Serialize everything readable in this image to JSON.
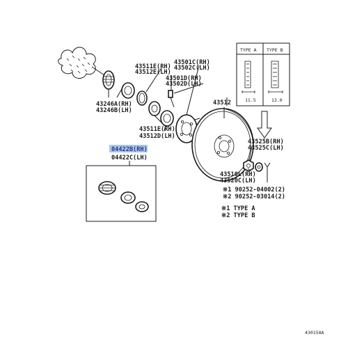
{
  "labels": {
    "p43511e_rh": "43511E(RH)",
    "p43512e_lh": "43512E(LH)",
    "p43501c_rh": "43501C(RH)",
    "p43502c_lh": "43502C(LH)",
    "p43501d_rh": "43501D(RH)",
    "p43502d_lh": "43502D(LH)",
    "p43246a_rh": "43246A(RH)",
    "p43246b_lh": "43246B(LH)",
    "p43512": "43512",
    "p43511e_rh_2": "43511E(RH)",
    "p43512d_lh": "43512D(LH)",
    "p04422b_rh": "04422B(RH)",
    "p04422c_lh": "04422C(LH)",
    "p43525b_rh": "43525B(RH)",
    "p43525c_lh": "43525C(LH)",
    "p43510l_rh": "43510L(RH)",
    "p43520c_lh": "43520C(LH)",
    "p90252_04002": "※1 90252-04002(2)",
    "p90252_03014": "※2 90252-03014(2)"
  },
  "legend": {
    "note1": "※1 TYPE A",
    "note2": "※2 TYPE B"
  },
  "type_box": {
    "type_a": "TYPE A",
    "type_b": "TYPE B",
    "dim_a": "11.5",
    "dim_b": "13.0"
  },
  "diagram_code": "430158A",
  "colors": {
    "highlight_box": "#a8c8ec",
    "highlight_text": "#2a3a8a",
    "ink": "#1a1a1a"
  }
}
